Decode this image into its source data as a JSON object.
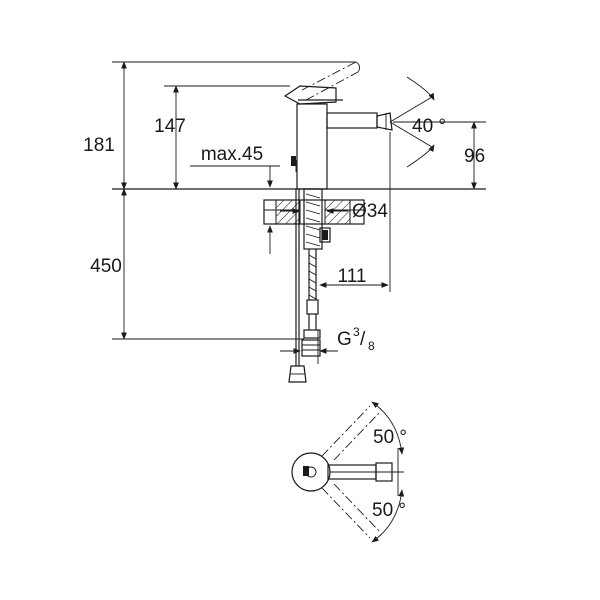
{
  "dimensions": {
    "overall_height": "181",
    "spout_height": "147",
    "max_deck": "max.45",
    "outlet_height": "96",
    "spray_angle": "40 °",
    "hole_diameter": "Ø34",
    "hose_length": "450",
    "projection": "111",
    "connection_thread": "G",
    "thread_numerator": "3",
    "thread_slash": "/",
    "thread_denominator": "8",
    "swivel_upper": "50 °",
    "swivel_lower": "50 °"
  },
  "colors": {
    "ink": "#1a1a1a",
    "background": "#ffffff"
  }
}
